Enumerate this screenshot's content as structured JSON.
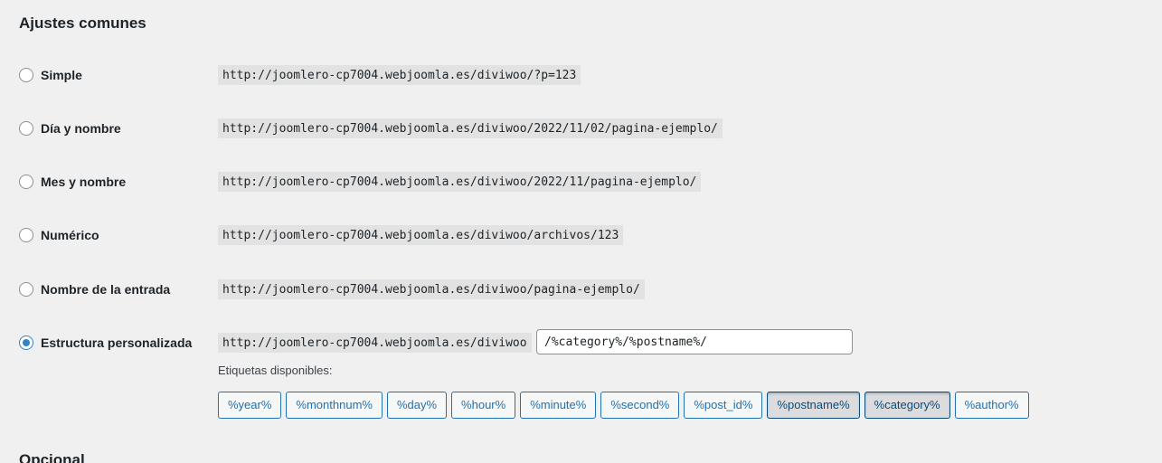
{
  "section_title": "Ajustes comunes",
  "next_section_title": "Opcional",
  "options": [
    {
      "label": "Simple",
      "example": "http://joomlero-cp7004.webjoomla.es/diviwoo/?p=123",
      "checked": false
    },
    {
      "label": "Día y nombre",
      "example": "http://joomlero-cp7004.webjoomla.es/diviwoo/2022/11/02/pagina-ejemplo/",
      "checked": false
    },
    {
      "label": "Mes y nombre",
      "example": "http://joomlero-cp7004.webjoomla.es/diviwoo/2022/11/pagina-ejemplo/",
      "checked": false
    },
    {
      "label": "Numérico",
      "example": "http://joomlero-cp7004.webjoomla.es/diviwoo/archivos/123",
      "checked": false
    },
    {
      "label": "Nombre de la entrada",
      "example": "http://joomlero-cp7004.webjoomla.es/diviwoo/pagina-ejemplo/",
      "checked": false
    },
    {
      "label": "Estructura personalizada",
      "example": "http://joomlero-cp7004.webjoomla.es/diviwoo",
      "checked": true
    }
  ],
  "custom_structure": {
    "value": "/%category%/%postname%/"
  },
  "tags_caption": "Etiquetas disponibles:",
  "tags": [
    {
      "label": "%year%",
      "active": false
    },
    {
      "label": "%monthnum%",
      "active": false
    },
    {
      "label": "%day%",
      "active": false
    },
    {
      "label": "%hour%",
      "active": false
    },
    {
      "label": "%minute%",
      "active": false
    },
    {
      "label": "%second%",
      "active": false
    },
    {
      "label": "%post_id%",
      "active": false
    },
    {
      "label": "%postname%",
      "active": true
    },
    {
      "label": "%category%",
      "active": true
    },
    {
      "label": "%author%",
      "active": false
    }
  ],
  "colors": {
    "background": "#f0f0f1",
    "accent": "#2271b1",
    "radio_checked": "#3582c4",
    "code_background": "#e2e2e3"
  }
}
